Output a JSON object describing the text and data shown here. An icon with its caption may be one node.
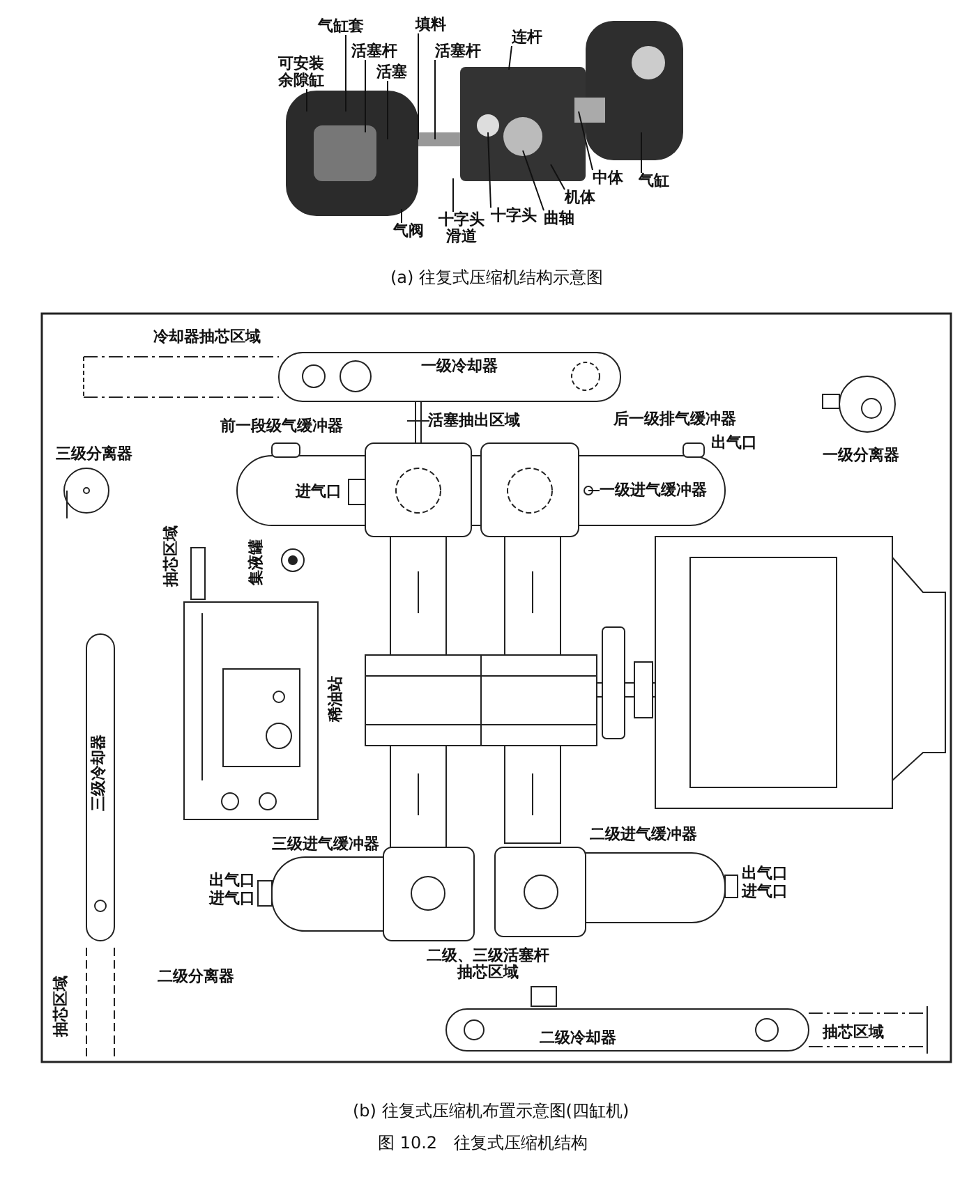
{
  "diagram": {
    "caption": "图 10.2　往复式压缩机结构",
    "nodes": [
      {
        "text": [
          "可安装余隙缸"
        ]
      },
      {
        "text": [
          "气缸套"
        ]
      },
      {
        "text": [
          "活塞杆"
        ]
      },
      {
        "text": [
          "活塞"
        ]
      },
      {
        "text": [
          "填料"
        ]
      },
      {
        "text": [
          "活塞杆"
        ]
      },
      {
        "text": [
          "连杆"
        ]
      },
      {
        "text": [
          "中体"
        ]
      },
      {
        "text": [
          "气缸"
        ]
      },
      {
        "text": [
          "机体"
        ]
      },
      {
        "text": [
          "曲轴"
        ]
      },
      {
        "text": [
          "十字头"
        ]
      },
      {
        "text": [
          "十字头滑道"
        ]
      },
      {
        "text": [
          "气阀"
        ]
      },
      {
        "text": [
          "一级进气缓冲器"
        ]
      }
    ],
    "edges": [
      {
        "from": 0,
        "to": null,
        "arrow": "none"
      },
      {
        "from": 1,
        "to": null,
        "arrow": "none"
      },
      {
        "from": 2,
        "to": null,
        "arrow": "none"
      },
      {
        "from": 3,
        "to": null,
        "arrow": "none"
      },
      {
        "from": 4,
        "to": null,
        "arrow": "none"
      },
      {
        "from": 5,
        "to": null,
        "arrow": "none"
      },
      {
        "from": 6,
        "to": null,
        "arrow": "none"
      },
      {
        "from": 7,
        "to": null,
        "arrow": "none"
      },
      {
        "from": 8,
        "to": null,
        "arrow": "none"
      },
      {
        "from": 9,
        "to": null,
        "arrow": "none"
      },
      {
        "from": 10,
        "to": null,
        "arrow": "none"
      },
      {
        "from": 11,
        "to": null,
        "arrow": "none"
      },
      {
        "from": 12,
        "to": null,
        "arrow": "none"
      },
      {
        "from": 13,
        "to": null,
        "arrow": "none"
      },
      {
        "from": 14,
        "to": null,
        "arrow": "none"
      }
    ],
    "labels": [
      "(a) 往复式压缩机结构示意图",
      "冷却器抽芯区域",
      "一级冷却器",
      "活塞抽出区域",
      "前一段级气缓冲器",
      "后一级排气缓冲器",
      "出气口",
      "三级分离器",
      "进气口",
      "一级分离器",
      "抽芯区域",
      "集液罐",
      "稀油站",
      "三级冷却器",
      "三级进气缓冲器",
      "二级进气缓冲器",
      "出气口",
      "进气口",
      "出气口",
      "进气口",
      "二级、三级活塞杆抽芯区域",
      "二级分离器",
      "抽芯区域",
      "二级冷却器",
      "抽芯区域",
      "(b) 往复式压缩机布置示意图(四缸机)"
    ]
  }
}
